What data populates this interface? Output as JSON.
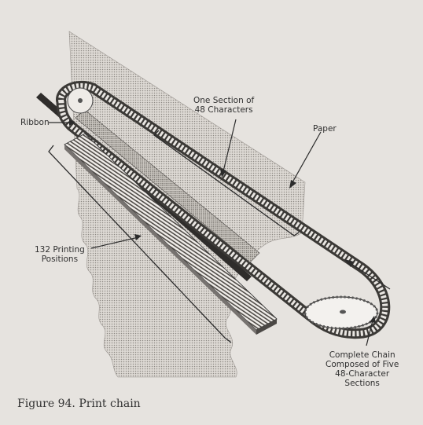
{
  "labels": {
    "ribbon": "Ribbon",
    "section_line1": "One Section of",
    "section_line2": "48 Characters",
    "paper": "Paper",
    "printing_line1": "132 Printing",
    "printing_line2": "Positions",
    "chain_line1": "Complete Chain",
    "chain_line2": "Composed of Five",
    "chain_line3": "48-Character",
    "chain_line4": "Sections"
  },
  "caption": "Figure 94.  Print chain"
}
